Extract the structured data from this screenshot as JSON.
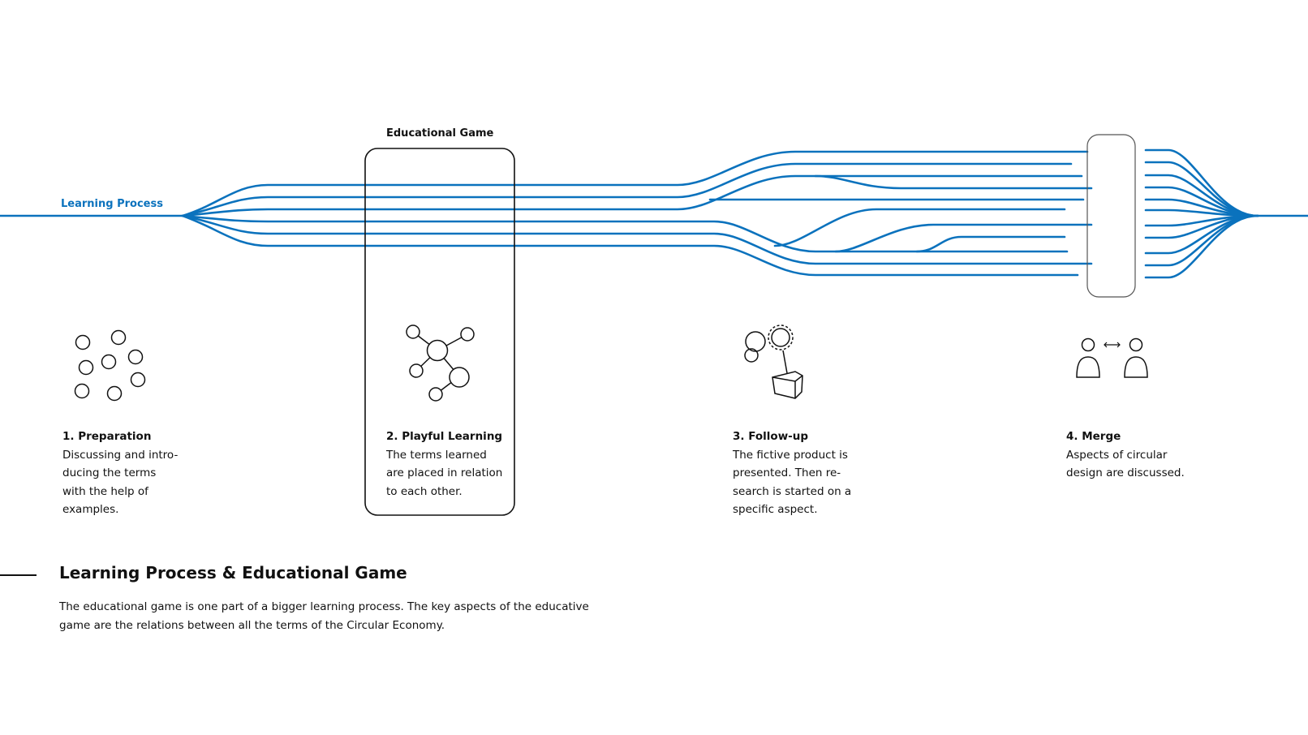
{
  "labels": {
    "learning_process": "Learning Process",
    "educational_game": "Educational Game"
  },
  "steps": [
    {
      "title": "1. Preparation",
      "text": "Discussing and intro-\nducing the terms\nwith the help of\nexamples."
    },
    {
      "title": "2. Playful Learning",
      "text": "The terms learned\nare placed in relation\nto each other."
    },
    {
      "title": "3. Follow-up",
      "text": "The fictive product is\npresented. Then re-\nsearch is started on a\nspecific aspect."
    },
    {
      "title": "4. Merge",
      "text": "Aspects of circular\ndesign are discussed."
    }
  ],
  "footer": {
    "heading": "Learning Process & Educational Game",
    "text": "The educational game is one part of a bigger learning process. The key aspects of the educative game are the relations between all the terms of the Circular Economy."
  },
  "colors": {
    "line": "#0b72bd",
    "ink": "#111111"
  }
}
